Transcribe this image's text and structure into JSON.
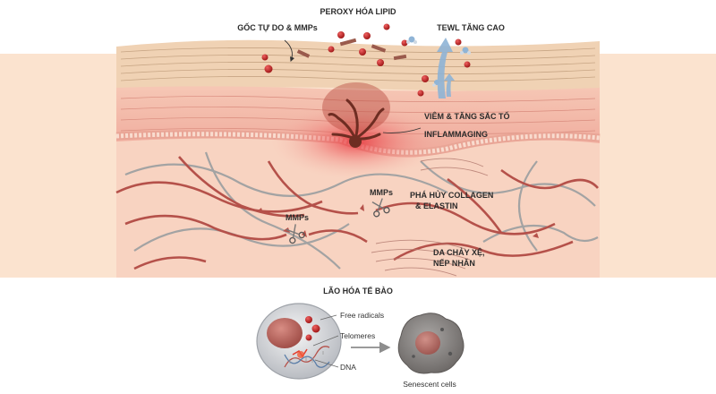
{
  "labels": {
    "lipid_peroxidation": "PEROXY HÓA LIPID",
    "free_radicals_mmps": "GỐC TỰ DO & MMPs",
    "tewl_increase": "TEWL TĂNG CAO",
    "inflammation_pigment": "VIÊM & TĂNG SẮC TỐ",
    "inflammaging": "INFLAMMAGING",
    "mmps_left": "MMPs",
    "mmps_right": "MMPs",
    "collagen_destruction_1": "PHÁ HỦY COLLAGEN",
    "collagen_destruction_2": "& ELASTIN",
    "sagging_1": "DA CHẢY XỆ,",
    "sagging_2": "NẾP NHĂN",
    "cell_aging": "LÃO HÓA TẾ BÀO",
    "free_radicals": "Free radicals",
    "telomeres": "Telomeres",
    "dna": "DNA",
    "senescent_cells": "Senescent cells"
  },
  "colors": {
    "background_dermis": "#fbe3cf",
    "stratum_corneum": "#f0d2b4",
    "epidermis_pink": "#f2b5a8",
    "collagen_fiber": "#b5514a",
    "elastin_fiber": "#9c9c9c",
    "radical_red": "#c42828",
    "water_blue": "#8fb4d6"
  }
}
